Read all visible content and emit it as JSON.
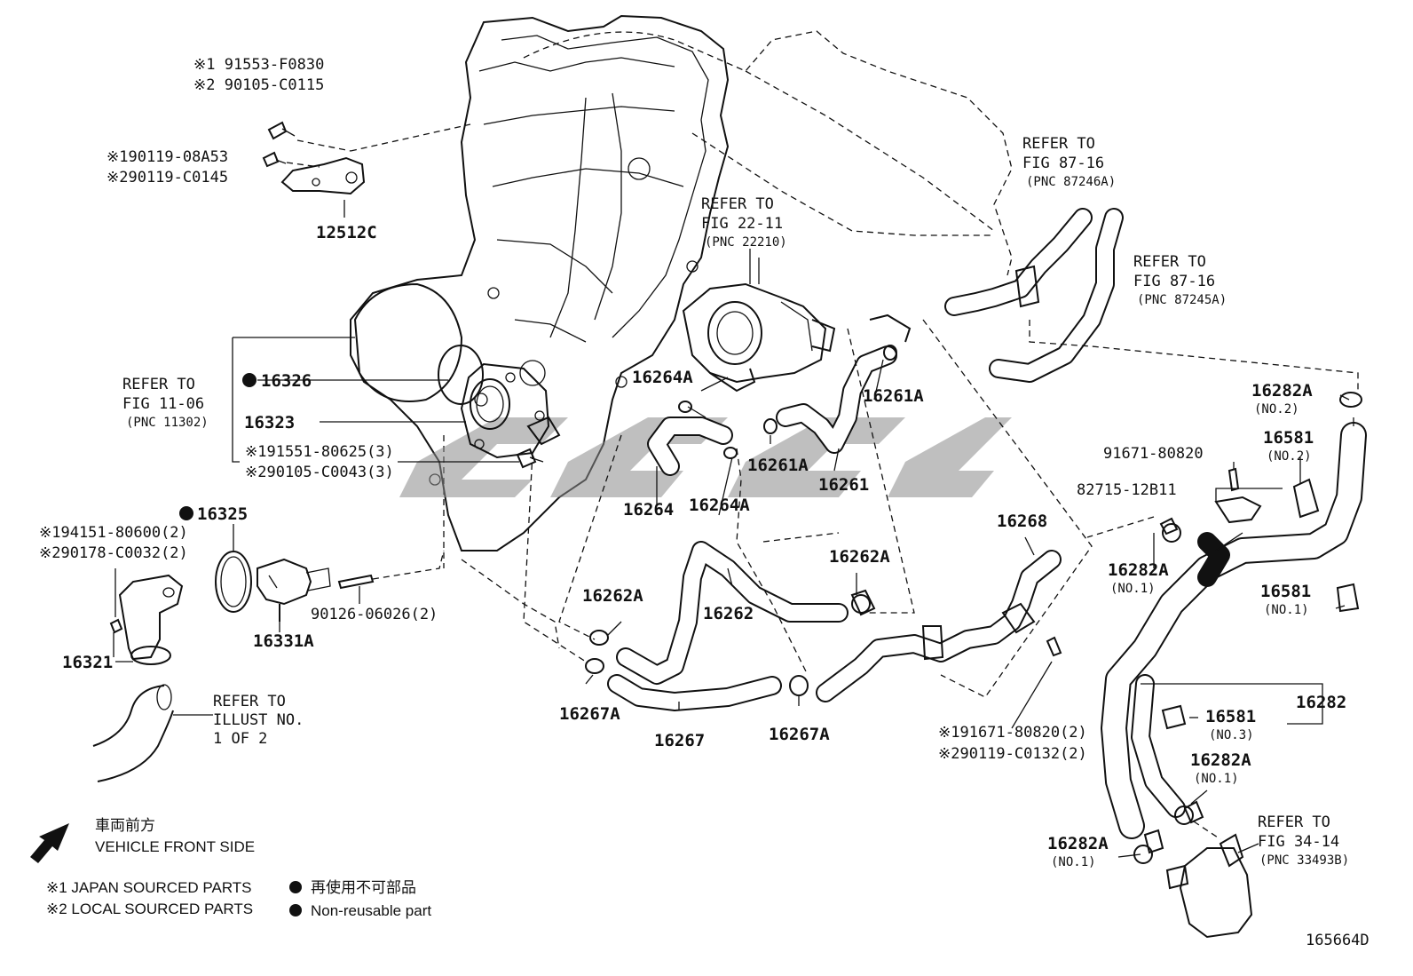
{
  "labels": {
    "p91553": "※1 91553-F0830",
    "p90105a": "※2 90105-C0115",
    "p90119a": "※190119-08A53",
    "p90119b": "※290119-C0145",
    "p12512c": "12512C",
    "ref2211_1": "REFER TO",
    "ref2211_2": "FIG 22-11",
    "ref2211_3": "(PNC 22210)",
    "ref8716a_1": "REFER TO",
    "ref8716a_2": "FIG 87-16",
    "ref8716a_3": "(PNC 87246A)",
    "ref8716b_1": "REFER TO",
    "ref8716b_2": "FIG 87-16",
    "ref8716b_3": "(PNC 87245A)",
    "ref1106_1": "REFER TO",
    "ref1106_2": "FIG 11-06",
    "ref1106_3": "(PNC 11302)",
    "p16326": "16326",
    "p16323": "16323",
    "p91551": "※191551-80625(3)",
    "p90105b": "※290105-C0043(3)",
    "p16325": "16325",
    "p94151": "※194151-80600(2)",
    "p90178": "※290178-C0032(2)",
    "p90126": "90126-06026(2)",
    "p16331a": "16331A",
    "p16321": "16321",
    "refill_1": "REFER TO",
    "refill_2": "ILLUST NO.",
    "refill_3": "1 OF 2",
    "p16264a_1": "16264A",
    "p16264": "16264",
    "p16264a_2": "16264A",
    "p16261a_1": "16261A",
    "p16261a_2": "16261A",
    "p16261": "16261",
    "p16262a_1": "16262A",
    "p16262a_2": "16262A",
    "p16262": "16262",
    "p16267a_1": "16267A",
    "p16267": "16267",
    "p16267a_2": "16267A",
    "p16268": "16268",
    "p91671a": "※191671-80820(2)",
    "p90119c": "※290119-C0132(2)",
    "p16282a_top": "16282A",
    "p16282a_top_no": "(NO.2)",
    "p16581_a": "16581",
    "p16581_a_no": "(NO.2)",
    "p91671b": "91671-80820",
    "p82715": "82715-12B11",
    "p16282a_mid": "16282A",
    "p16282a_mid_no": "(NO.1)",
    "p16581_b": "16581",
    "p16581_b_no": "(NO.1)",
    "p16282": "16282",
    "p16581_c": "16581",
    "p16581_c_no": "(NO.3)",
    "p16282a_low": "16282A",
    "p16282a_low_no": "(NO.1)",
    "p16282a_bot": "16282A",
    "p16282a_bot_no": "(NO.1)",
    "ref3414_1": "REFER TO",
    "ref3414_2": "FIG 34-14",
    "ref3414_3": "(PNC 33493B)",
    "diagram_id": "165664D"
  },
  "legend": {
    "front_jp": "車両前方",
    "front_en": "VEHICLE FRONT SIDE",
    "japan": "※1 JAPAN SOURCED PARTS",
    "local": "※2 LOCAL SOURCED PARTS",
    "nonreuse_jp": "再使用不可部品",
    "nonreuse_en": "Non-reusable part"
  },
  "icons": [
    "vehicle-front-arrow-icon",
    "non-reusable-dot-icon"
  ]
}
